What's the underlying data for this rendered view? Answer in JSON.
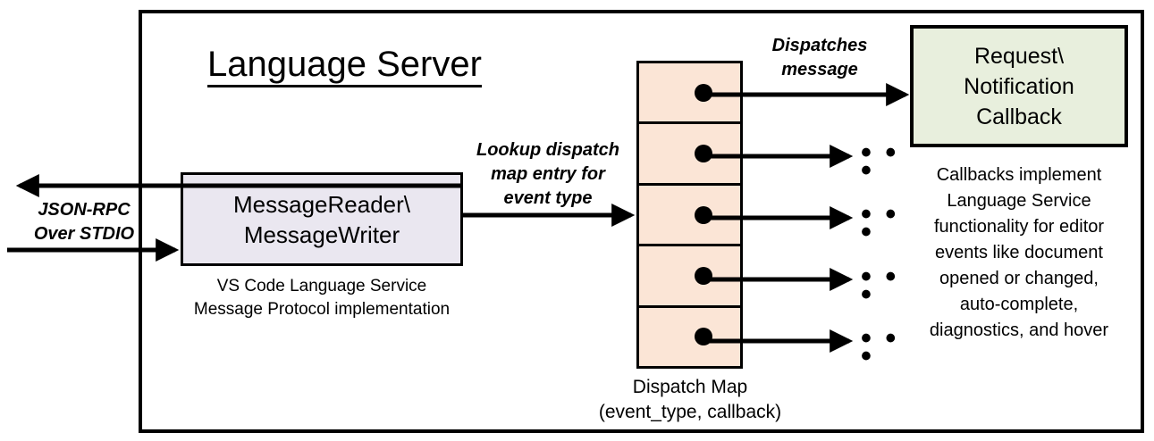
{
  "diagram": {
    "title": "Language Server",
    "frame_label": "language-server-boundary"
  },
  "colors": {
    "message_box_fill": "#EAE7F0",
    "dispatch_map_fill": "#FBE5D6",
    "callback_box_fill": "#E8EFDD",
    "stroke": "#000000",
    "background": "#FFFFFF"
  },
  "message_box": {
    "line1": "MessageReader\\",
    "line2": "MessageWriter",
    "caption_line1": "VS Code Language Service",
    "caption_line2": "Message Protocol implementation"
  },
  "external_io": {
    "label_line1": "JSON-RPC",
    "label_line2": "Over STDIO",
    "outbound_arrow": "arrow-out-to-client",
    "inbound_arrow": "arrow-in-from-client"
  },
  "lookup_label": {
    "line1": "Lookup dispatch",
    "line2": "map entry for",
    "line3": "event type"
  },
  "dispatch_map": {
    "caption_line1": "Dispatch Map",
    "caption_line2": "(event_type, callback)",
    "rows": [
      {
        "index": 1,
        "dot": "callback-dot",
        "target": "Request\\Notification Callback",
        "ellipsis": ""
      },
      {
        "index": 2,
        "dot": "callback-dot",
        "target": "",
        "ellipsis": "• • •"
      },
      {
        "index": 3,
        "dot": "callback-dot",
        "target": "",
        "ellipsis": "• • •"
      },
      {
        "index": 4,
        "dot": "callback-dot",
        "target": "",
        "ellipsis": "• • •"
      },
      {
        "index": 5,
        "dot": "callback-dot",
        "target": "",
        "ellipsis": "• • •"
      }
    ]
  },
  "dispatches_label": {
    "line1": "Dispatches",
    "line2": "message"
  },
  "callback_box": {
    "line1": "Request\\",
    "line2": "Notification",
    "line3": "Callback",
    "caption_line1": "Callbacks implement",
    "caption_line2": "Language Service",
    "caption_line3": "functionality for editor",
    "caption_line4": "events like document",
    "caption_line5": "opened or changed,",
    "caption_line6": "auto-complete,",
    "caption_line7": "diagnostics, and hover"
  }
}
